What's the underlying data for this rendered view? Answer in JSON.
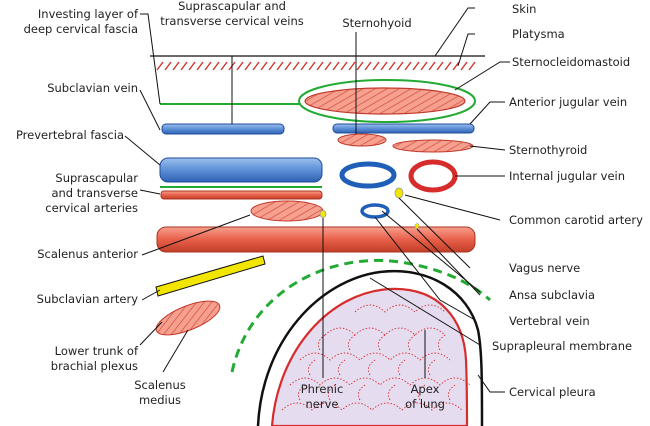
{
  "diagram": {
    "labels": {
      "investing_1": "Investing layer of",
      "investing_2": "deep cervical fascia",
      "supra_veins_1": "Suprascapular and",
      "supra_veins_2": "transverse cervical veins",
      "sternohyoid": "Sternohyoid",
      "skin": "Skin",
      "platysma": "Platysma",
      "scm": "Sternocleidomastoid",
      "subclavian_vein": "Subclavian vein",
      "anterior_jugular": "Anterior jugular vein",
      "prevertebral": "Prevertebral fascia",
      "sternothyroid": "Sternothyroid",
      "supra_arteries_1": "Suprascapular",
      "supra_arteries_2": "and transverse",
      "supra_arteries_3": "cervical arteries",
      "internal_jugular": "Internal jugular vein",
      "common_carotid": "Common carotid artery",
      "scalenus_anterior": "Scalenus anterior",
      "vagus": "Vagus nerve",
      "subclavian_artery": "Subclavian artery",
      "ansa": "Ansa subclavia",
      "vertebral_vein": "Vertebral vein",
      "lower_trunk_1": "Lower trunk of",
      "lower_trunk_2": "brachial plexus",
      "suprapleural": "Suprapleural membrane",
      "scalenus_medius_1": "Scalenus",
      "scalenus_medius_2": "medius",
      "phrenic_1": "Phrenic",
      "phrenic_2": "nerve",
      "apex_1": "Apex",
      "apex_2": "of lung",
      "cervical_pleura": "Cervical pleura"
    },
    "colors": {
      "vein": "#5b8fd6",
      "vein_dark": "#1f4d9e",
      "artery": "#e8604a",
      "artery_dark": "#a8331f",
      "muscle": "#f28a78",
      "fascia_green": "#22aa33",
      "skin_red": "#d62c2c",
      "lung_fill": "#e6dcf0",
      "lung_dots": "#d62c2c",
      "nerve_yellow": "#f2e600",
      "pleura_green": "#22aa33"
    }
  }
}
